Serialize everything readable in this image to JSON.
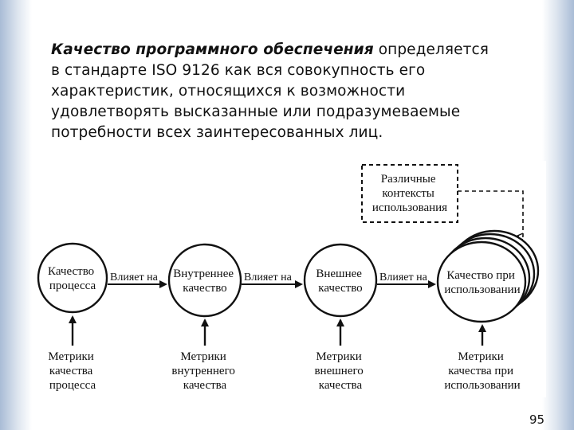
{
  "intro": {
    "term": "Качество программного обеспечения",
    "line1_rest": " определяется",
    "line2": "в стандарте ISO 9126 как вся совокупность его",
    "line3": "характеристик, относящихся к возможности",
    "line4": "удовлетворять высказанные или подразумеваемые",
    "line5": "потребности всех заинтересованных лиц."
  },
  "diagram": {
    "contexts": [
      "Различные",
      "контексты",
      "использования"
    ],
    "nodes": [
      {
        "label": [
          "Качество",
          "процесса"
        ],
        "metric": [
          "Метрики",
          "качества",
          "процесса"
        ]
      },
      {
        "label": [
          "Внутреннее",
          "качество"
        ],
        "metric": [
          "Метрики",
          "внутреннего",
          "качества"
        ]
      },
      {
        "label": [
          "Внешнее",
          "качество"
        ],
        "metric": [
          "Метрики",
          "внешнего",
          "качества"
        ]
      },
      {
        "label": [
          "Качество при",
          "использовании"
        ],
        "metric": [
          "Метрики",
          "качества при",
          "использовании"
        ]
      }
    ],
    "edges": [
      "Влияет на",
      "Влияет на",
      "Влияет на"
    ]
  },
  "page_number": "95"
}
